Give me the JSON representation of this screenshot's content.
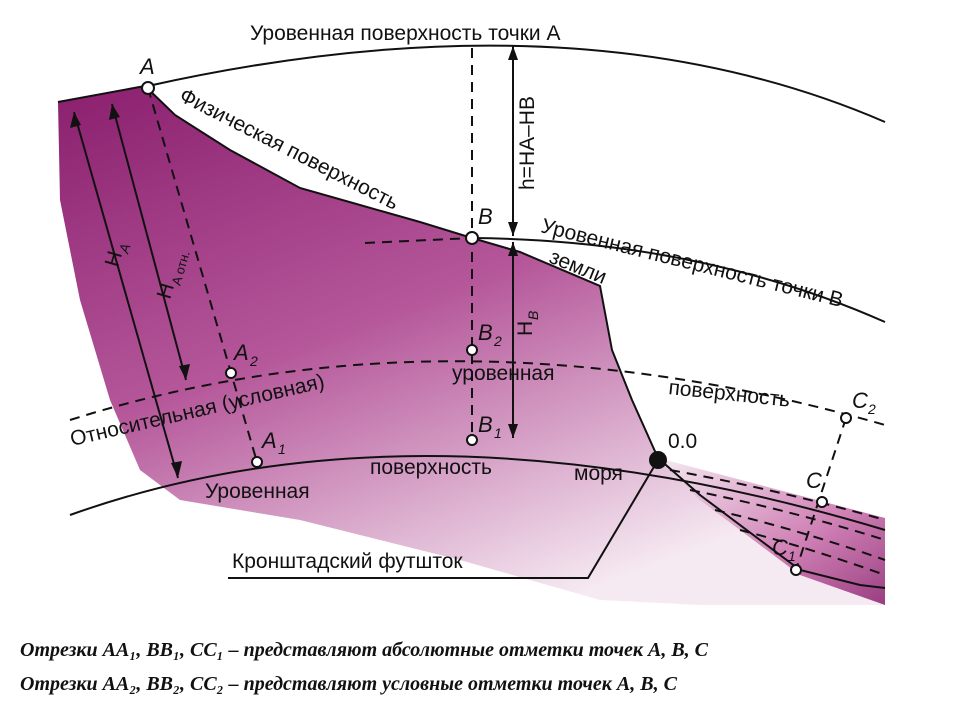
{
  "labels": {
    "level_A": "Уровенная поверхность точки А",
    "level_B": "Уровенная поверхность точки В",
    "physical_1": "Физическая поверхность",
    "physical_2": "земли",
    "relative": "Относительная (условная)",
    "relative_mid": "уровенная",
    "relative_end": "поверхность",
    "sea_1": "Уровенная",
    "sea_2": "поверхность",
    "sea_3": "моря",
    "zero": "0.0",
    "kronstadt": "Кронштадский футшток",
    "h_formula": "h=HA–HB"
  },
  "points": {
    "A": "A",
    "B": "B",
    "C": "C",
    "A1": "A",
    "A1_sub": "1",
    "A2": "A",
    "A2_sub": "2",
    "B1": "B",
    "B1_sub": "1",
    "B2": "B",
    "B2_sub": "2",
    "C1": "C",
    "C1_sub": "1",
    "C2": "C",
    "C2_sub": "2"
  },
  "heights": {
    "HA": "H",
    "HA_sub": "A",
    "HAotn": "H",
    "HAotn_sub": "A отн.",
    "HB": "H",
    "HB_sub": "B"
  },
  "captions": {
    "line1": "Отрезки АА₁, ВВ₁, СС₁ – представляют абсолютные отметки точек А, В, С",
    "line2": "Отрезки АА₂, ВВ₂, СС₂ – представляют условные отметки точек А, В, С"
  },
  "colors": {
    "terrain_dark": "#8a1f6e",
    "terrain_light": "#f3e6ef"
  }
}
